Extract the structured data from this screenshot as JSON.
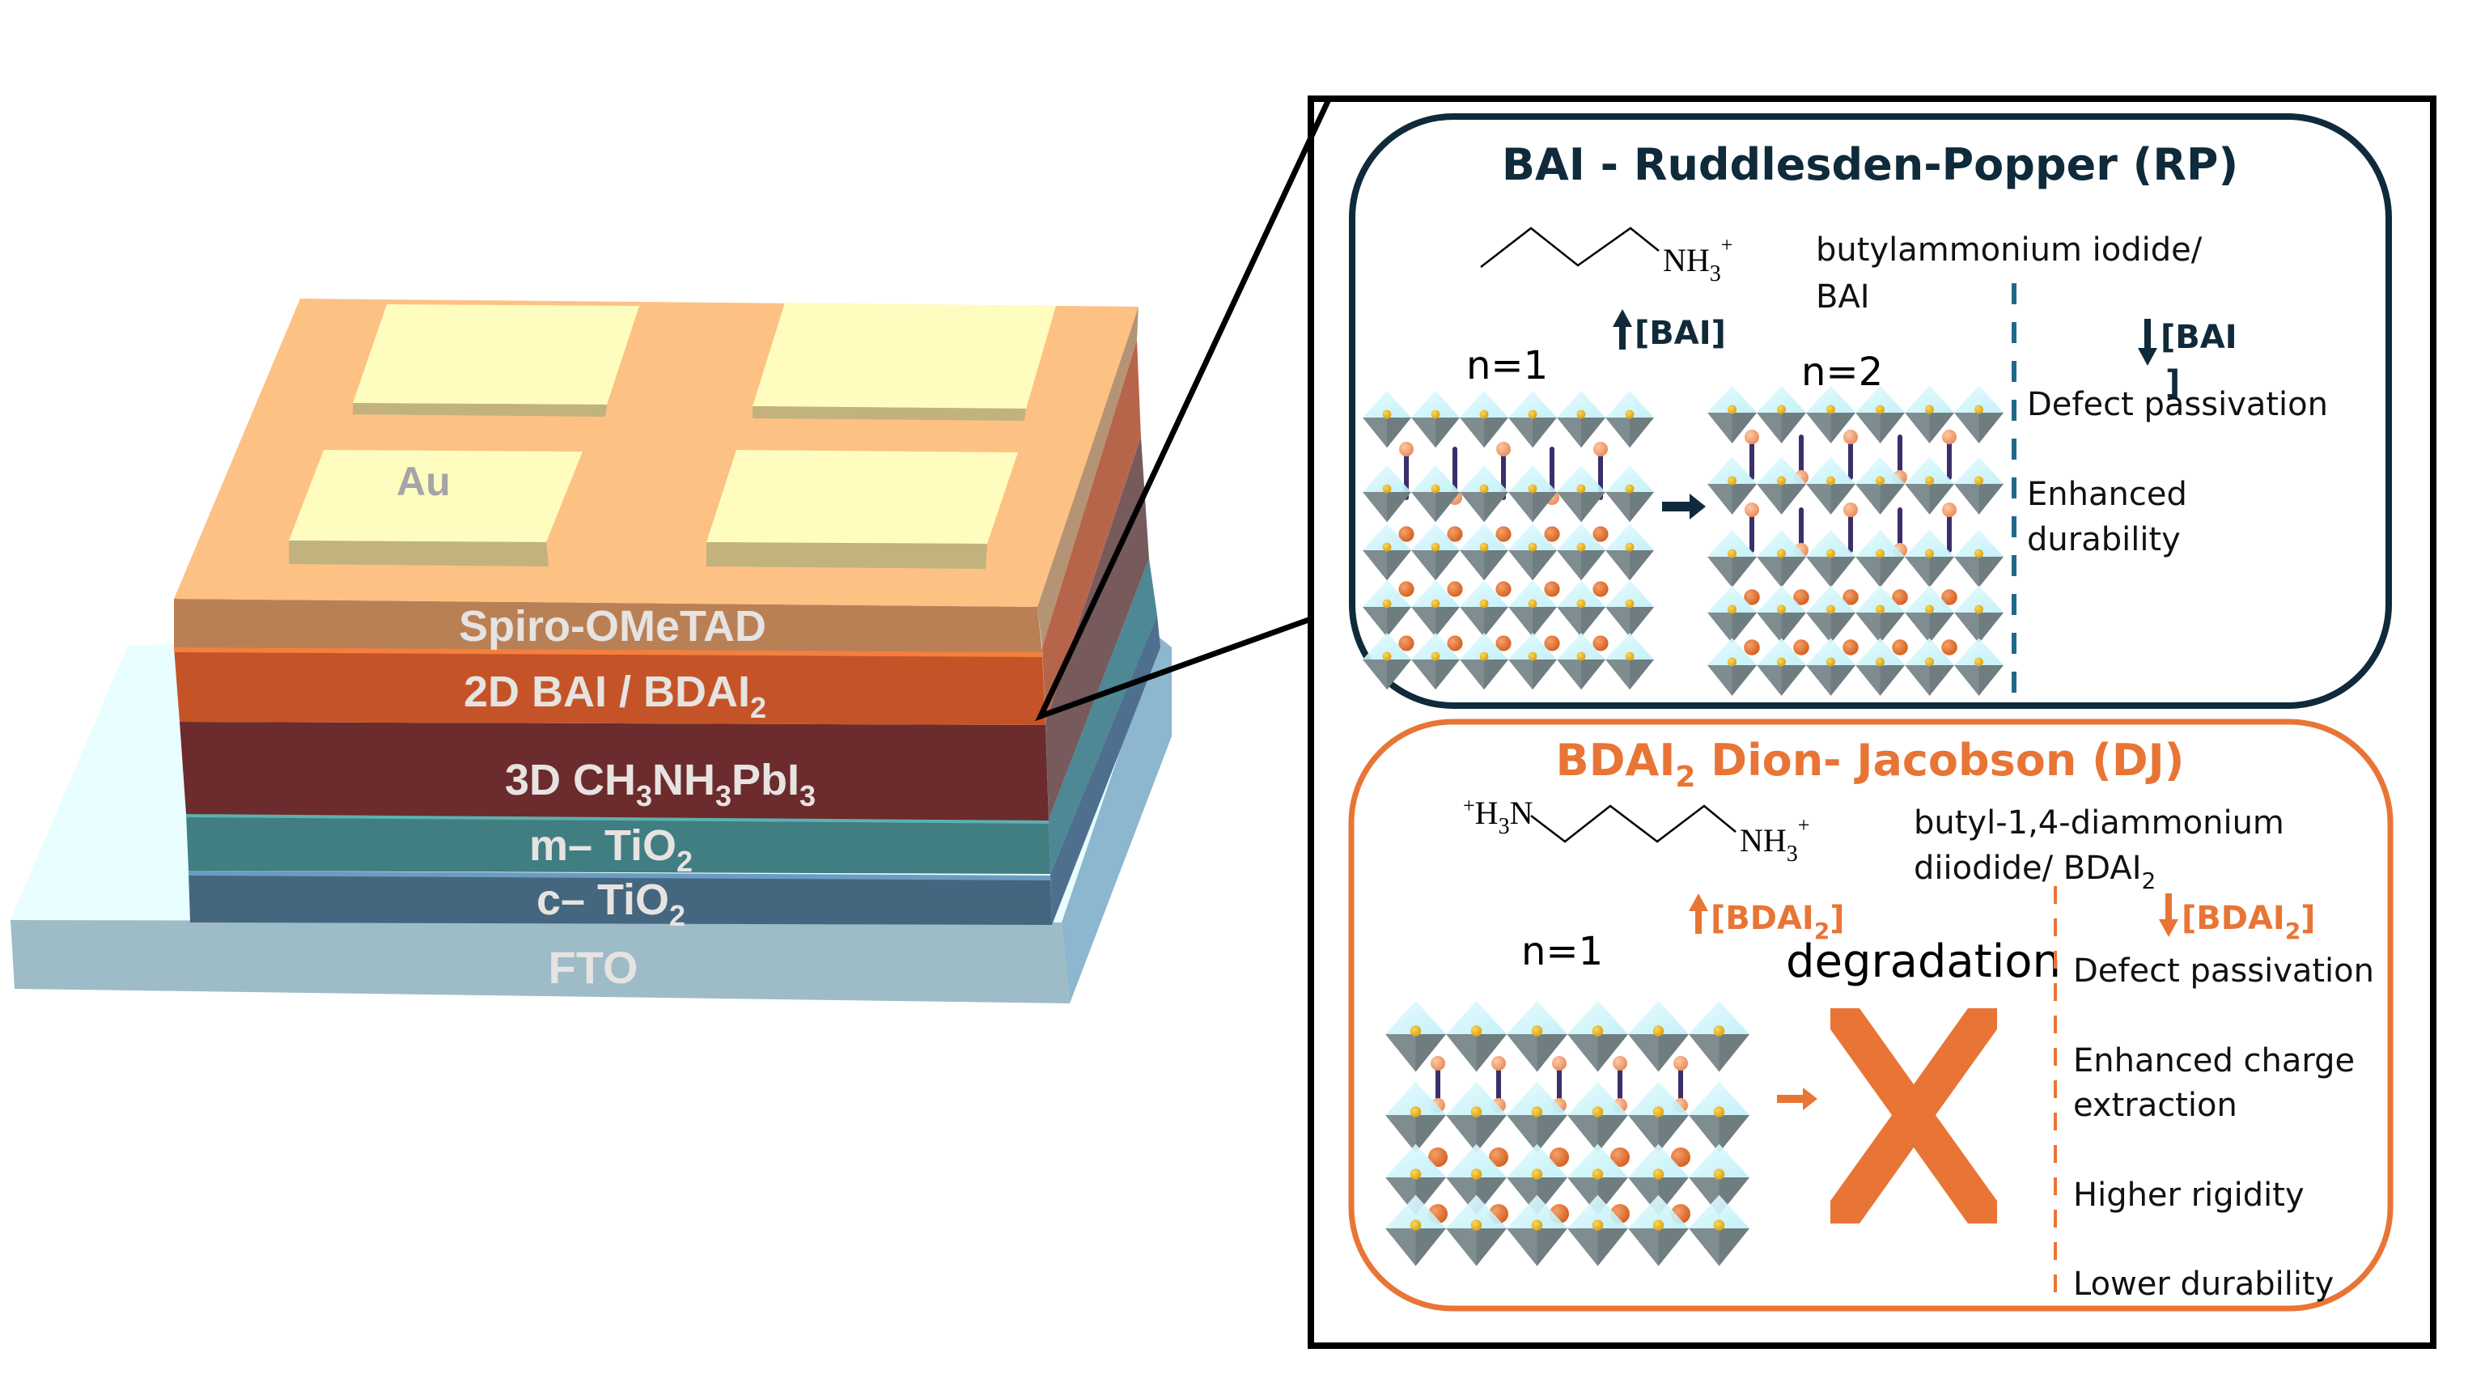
{
  "device_stack": {
    "electrode_label": "Au",
    "layers": [
      {
        "id": "spiro",
        "label": "Spiro-OMeTAD",
        "color": "#BA8055"
      },
      {
        "id": "2d",
        "label": "2D BAI / BDAI",
        "subscript_tail": "2",
        "color": "#C45427"
      },
      {
        "id": "3d",
        "label_parts": [
          "3D CH",
          "3",
          "NH",
          "3",
          "PbI",
          "3"
        ],
        "color": "#6C2B2C"
      },
      {
        "id": "m-tio2",
        "label": "m– TiO",
        "subscript_tail": "2",
        "color": "#407E82"
      },
      {
        "id": "c-tio2",
        "label": "c– TiO",
        "subscript_tail": "2",
        "color": "#44667F"
      },
      {
        "id": "fto",
        "label": "FTO",
        "color": "#9EBCC7"
      }
    ],
    "top_surface_color": "#FDC184",
    "electrode_color": "#FEFCBF"
  },
  "rp_panel": {
    "title": "BAI - Ruddlesden-Popper (RP)",
    "title_color": "#0F2A3A",
    "molecule_label_main": "NH",
    "molecule_label_sub": "3",
    "molecule_label_sup": "+",
    "compound_name_line1": "butylammonium iodide/",
    "compound_name_line2": "BAI",
    "increase_label": "[BAI]",
    "decrease_label": "[BAI",
    "decrease_label_bracket": "]",
    "phase_left": "n=1",
    "phase_right": "n=2",
    "benefits": [
      "Defect passivation",
      "Enhanced",
      "durability"
    ],
    "divider_color": "#1F6A8A"
  },
  "dj_panel": {
    "title_main": "BDAI",
    "title_sub": "2",
    "title_rest": " Dion- Jacobson (DJ)",
    "title_color": "#E87535",
    "molecule_left_sup": "+",
    "molecule_left": "H",
    "molecule_left_sub": "3",
    "molecule_left_tail": "N",
    "molecule_right_main": "NH",
    "molecule_right_sub": "3",
    "molecule_right_sup": "+",
    "compound_name_line1": "butyl-1,4-diammonium",
    "compound_name_line2_main": "diiodide/ BDAI",
    "compound_name_line2_sub": "2",
    "increase_label_main": "[BDAI",
    "increase_label_sub": "2",
    "increase_label_end": "]",
    "decrease_label_main": "[BDAI",
    "decrease_label_sub": "2",
    "decrease_label_end": "]",
    "phase": "n=1",
    "outcome": "degradation",
    "benefits": [
      "Defect passivation",
      "Enhanced charge",
      "extraction",
      "Higher rigidity",
      "Lower durability"
    ]
  }
}
